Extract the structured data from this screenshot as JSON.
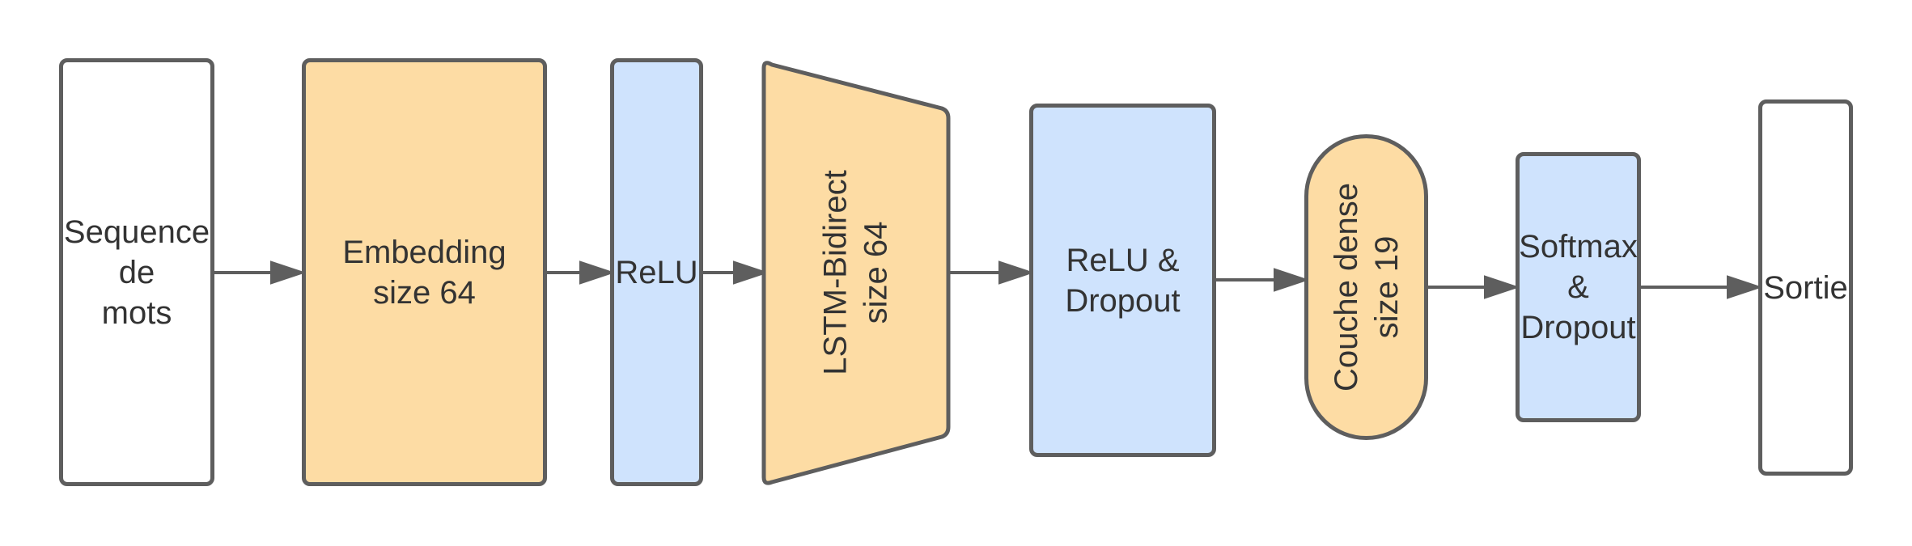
{
  "diagram": {
    "nodes": [
      {
        "id": "input",
        "lines": [
          "Sequence",
          "de",
          "mots"
        ]
      },
      {
        "id": "embedding",
        "lines": [
          "Embedding",
          "size 64"
        ]
      },
      {
        "id": "relu",
        "lines": [
          "ReLU"
        ]
      },
      {
        "id": "lstm",
        "lines": [
          "LSTM-Bidirect",
          "size 64"
        ]
      },
      {
        "id": "relu-dropout",
        "lines": [
          "ReLU &",
          "Dropout"
        ]
      },
      {
        "id": "dense",
        "lines": [
          "Couche dense",
          "size 19"
        ]
      },
      {
        "id": "softmax-dropout",
        "lines": [
          "Softmax",
          "&",
          "Dropout"
        ]
      },
      {
        "id": "output",
        "lines": [
          "Sortie"
        ]
      }
    ],
    "edges": [
      {
        "from": "input",
        "to": "embedding"
      },
      {
        "from": "embedding",
        "to": "relu"
      },
      {
        "from": "relu",
        "to": "lstm"
      },
      {
        "from": "lstm",
        "to": "relu-dropout"
      },
      {
        "from": "relu-dropout",
        "to": "dense"
      },
      {
        "from": "dense",
        "to": "softmax-dropout"
      },
      {
        "from": "softmax-dropout",
        "to": "output"
      }
    ],
    "colors": {
      "border": "#5e5e5e",
      "orange_fill": "#fddca4",
      "blue_fill": "#cfe3fd",
      "white_fill": "#ffffff",
      "text": "#333333"
    }
  }
}
